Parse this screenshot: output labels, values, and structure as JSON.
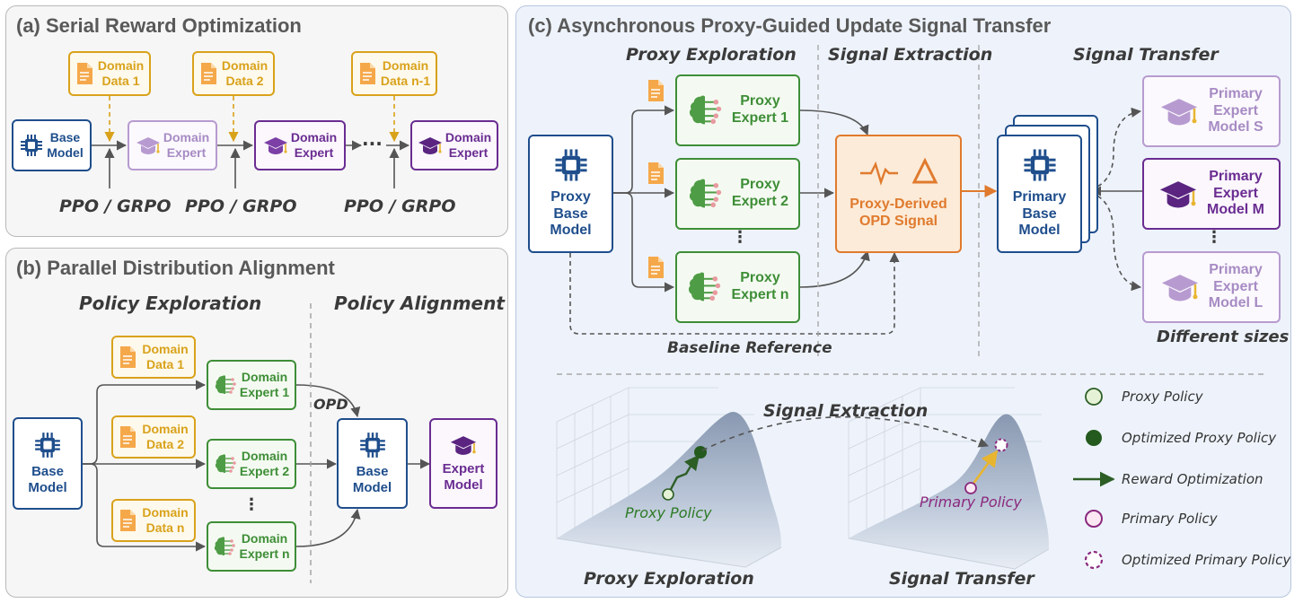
{
  "colors": {
    "blue": "#1f4e8c",
    "green": "#3e8e37",
    "yellow": "#d9a21b",
    "purple": "#6a2c91",
    "light_purple": "#a78bc4",
    "orange": "#e07a2e",
    "arrow": "#555555"
  },
  "panel_a": {
    "title": "(a)  Serial Reward Optimization",
    "base": "Base\nModel",
    "data": [
      "Domain\nData 1",
      "Domain\nData 2",
      "Domain\nData n-1"
    ],
    "experts": [
      "Domain\nExpert",
      "Domain\nExpert",
      "Domain\nExpert"
    ],
    "ellipsis": "···",
    "algo": [
      "PPO / GRPO",
      "PPO / GRPO",
      "PPO / GRPO"
    ]
  },
  "panel_b": {
    "title": "(b)  Parallel Distribution Alignment",
    "heading_left": "Policy Exploration",
    "heading_right": "Policy Alignment",
    "base": "Base\nModel",
    "data": [
      "Domain\nData 1",
      "Domain\nData 2",
      "Domain\nData n"
    ],
    "experts": [
      "Domain\nExpert 1",
      "Domain\nExpert 2",
      "Domain\nExpert n"
    ],
    "vdots": "⋮",
    "opd": "OPD",
    "mid_base": "Base\nModel",
    "expert": "Expert\nModel"
  },
  "panel_c": {
    "title": "(c)  Asynchronous Proxy-Guided Update Signal Transfer",
    "h1": "Proxy Exploration",
    "h2": "Signal Extraction",
    "h3": "Signal Transfer",
    "proxy_base": "Proxy\nBase\nModel",
    "proxy_experts": [
      "Proxy\nExpert 1",
      "Proxy\nExpert 2",
      "Proxy\nExpert n"
    ],
    "vdots": "⋮",
    "signal": "Proxy-Derived\nOPD Signal",
    "baseline": "Baseline Reference",
    "primary_base": "Primary\nBase\nModel",
    "primary_experts": [
      "Primary\nExpert\nModel S",
      "Primary\nExpert\nModel M",
      "Primary\nExpert\nModel L"
    ],
    "sizes": "Different sizes",
    "bottom": {
      "signal_extraction": "Signal Extraction",
      "proxy_policy": "Proxy Policy",
      "primary_policy": "Primary Policy",
      "cap_left": "Proxy Exploration",
      "cap_right": "Signal Transfer"
    },
    "legend": [
      "Proxy Policy",
      "Optimized Proxy Policy",
      "Reward Optimization",
      "Primary Policy",
      "Optimized Primary Policy"
    ]
  }
}
